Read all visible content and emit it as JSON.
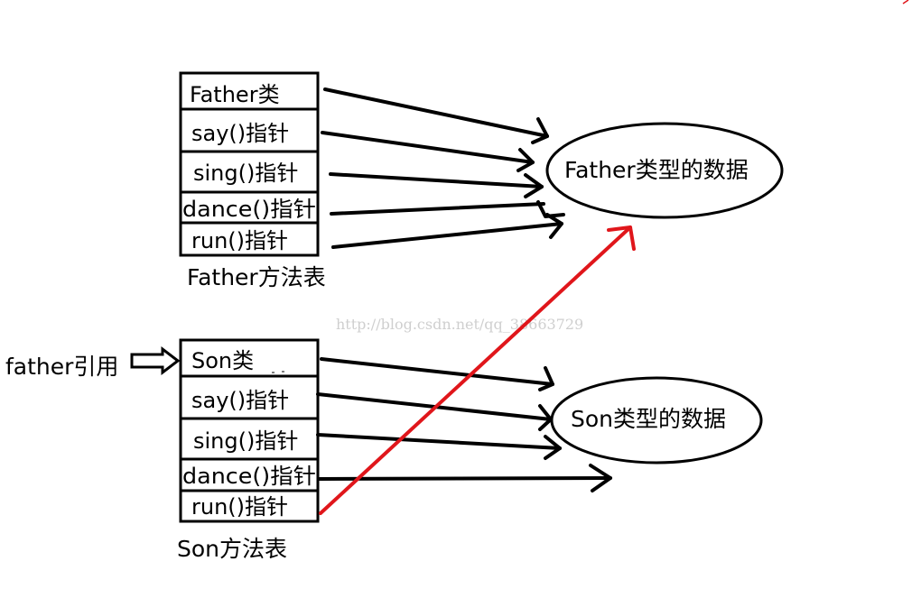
{
  "father_table": {
    "rows": [
      "Father类",
      "say()指针",
      "sing()指针",
      "dance()指针",
      "run()指针"
    ],
    "caption": "Father方法表"
  },
  "son_table": {
    "rows": [
      "Son类",
      "say()指针",
      "sing()指针",
      "dance()指针",
      "run()指针"
    ],
    "caption": "Son方法表"
  },
  "father_data_label": "Father类型的数据",
  "son_data_label": "Son类型的数据",
  "reference_label": "father引用",
  "watermark": "http://blog.csdn.net/qq_38663729",
  "colors": {
    "line": "#000000",
    "highlight_arrow": "#e0161b",
    "watermark": "#cfcfcf"
  }
}
